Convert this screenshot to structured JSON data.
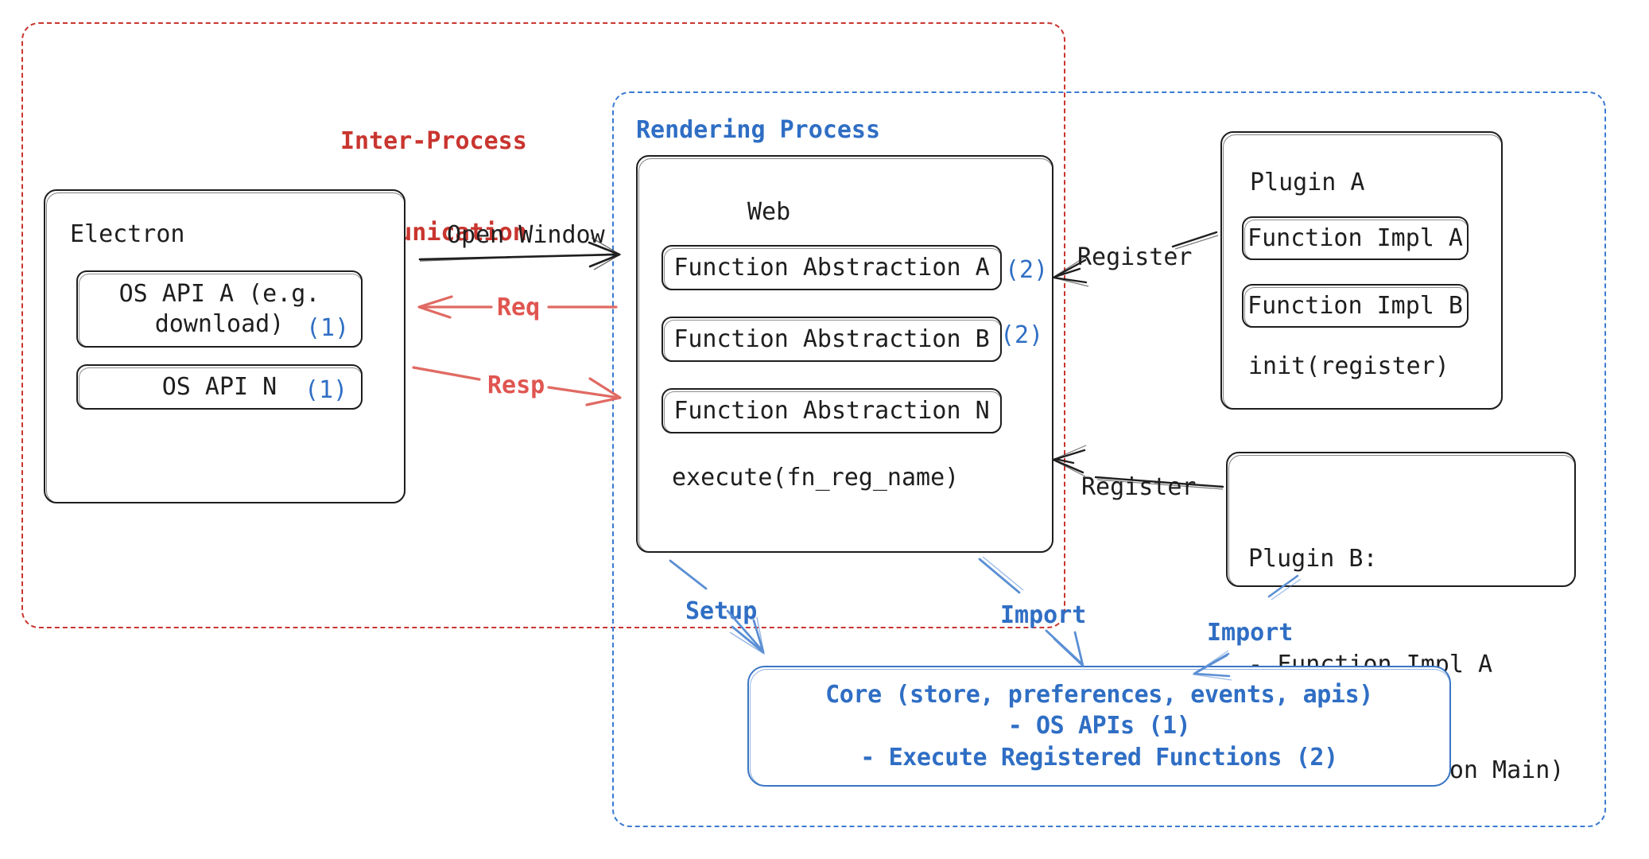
{
  "diagram": {
    "title": "Electron plugin architecture diagram",
    "background": "#ffffff",
    "colors": {
      "ink": "#1e1e1e",
      "red": "#c9352f",
      "red_arrow": "#e06666",
      "blue": "#2f6ec4",
      "blue_light": "#5b8fd4",
      "blue_dashed": "#3b7ad1"
    }
  },
  "containers": {
    "ipc": {
      "label": "Inter-Process\nCommunication",
      "line1": "Inter-Process",
      "line2": "Communication",
      "style": "red-dashed"
    },
    "rendering": {
      "label": "Rendering Process",
      "style": "blue-dashed"
    }
  },
  "electron": {
    "title": "Electron",
    "apis": [
      {
        "label": "OS API A (e.g.\ndownload)",
        "line1": "OS API A (e.g.",
        "line2": "download)",
        "tag": "(1)"
      },
      {
        "label": "OS API N",
        "line1": "OS API N",
        "line2": "",
        "tag": "(1)"
      }
    ]
  },
  "web": {
    "title": "Web",
    "abstractions": [
      {
        "label": "Function Abstraction A",
        "tag": "(2)"
      },
      {
        "label": "Function Abstraction B",
        "tag": "(2)"
      },
      {
        "label": "Function Abstraction N",
        "tag": ""
      }
    ],
    "footer": "execute(fn_reg_name)"
  },
  "plugin_a": {
    "title": "Plugin A",
    "items": [
      "Function Impl A",
      "Function Impl B"
    ],
    "footer": "init(register)"
  },
  "plugin_b": {
    "lines": [
      "Plugin B:",
      "- Function Impl A",
      "- Module (run on Main)"
    ]
  },
  "core": {
    "lines": [
      "Core (store, preferences, events, apis)",
      "- OS APIs (1)",
      "- Execute Registered Functions (2)"
    ]
  },
  "arrows": {
    "open_window": "Open Window",
    "req": "Req",
    "resp": "Resp",
    "register_a": "Register",
    "register_b": "Register",
    "setup": "Setup",
    "import_left": "Import",
    "import_right": "Import"
  }
}
